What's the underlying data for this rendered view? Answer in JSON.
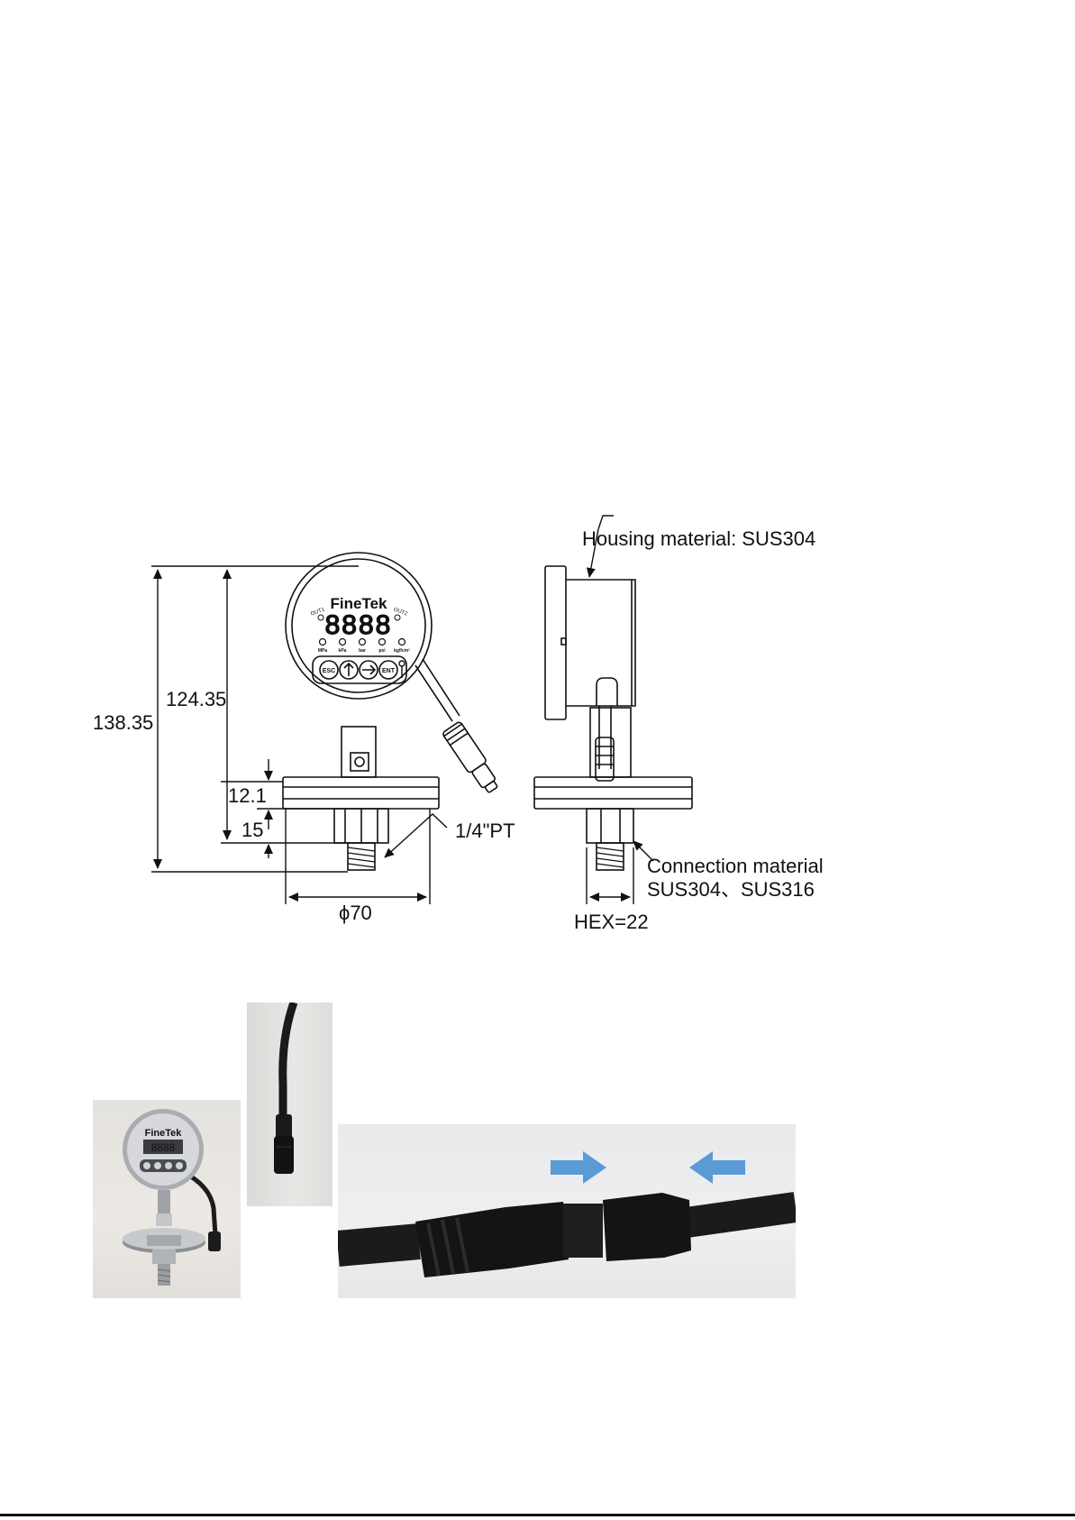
{
  "dimensions": {
    "overall_height": "138.35",
    "body_height": "124.35",
    "flange_thickness": "12.1",
    "thread_length": "15",
    "diameter": "ϕ70",
    "thread_spec": "1/4\"PT",
    "hex_size": "HEX=22"
  },
  "callouts": {
    "housing": "Housing material: SUS304",
    "connection_line1": "Connection material",
    "connection_line2": "SUS304、SUS316"
  },
  "gauge": {
    "brand": "FineTek",
    "display": "8888",
    "units": [
      "MPa",
      "kPa",
      "bar",
      "psi",
      "kgf/cm²"
    ],
    "buttons": [
      "ESC",
      "up-arrow",
      "right-arrow",
      "ENT"
    ],
    "out1": "OUT1",
    "out2": "OUT2"
  },
  "photos": {
    "product_brand": "FineTek",
    "product_display": "8888"
  },
  "colors": {
    "line": "#111111",
    "arrow_blue": "#5b9bd5",
    "cable": "#1c1c1c",
    "steel": "#b9bcc0"
  }
}
